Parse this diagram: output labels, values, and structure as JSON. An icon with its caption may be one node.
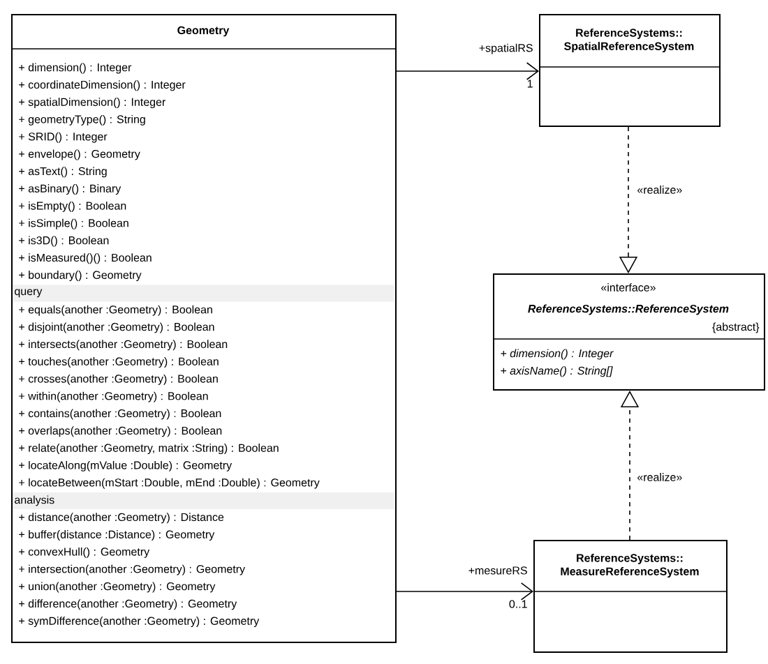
{
  "diagram": {
    "nodes": [
      {
        "text": [
          "Geometry",
          "+ dimension() : Integer",
          "+ coordinateDimension() : Integer",
          "+ spatialDimension() : Integer",
          "+ geometryType() : String",
          "+ SRID() : Integer",
          "+ envelope() : Geometry",
          "+ asText() : String",
          "+ asBinary() : Binary",
          "+ isEmpty() : Boolean",
          "+ isSimple() : Boolean",
          "+ is3D() : Boolean",
          "+ isMeasured()() : Boolean",
          "+ boundary() : Geometry",
          "query",
          "+ equals(another :Geometry) : Boolean",
          "+ disjoint(another :Geometry) : Boolean",
          "+ intersects(another :Geometry) : Boolean",
          "+ touches(another :Geometry) : Boolean",
          "+ crosses(another :Geometry) : Boolean",
          "+ within(another :Geometry) : Boolean",
          "+ contains(another :Geometry) : Boolean",
          "+ overlaps(another :Geometry) : Boolean",
          "+ relate(another :Geometry, matrix :String) : Boolean",
          "+ locateAlong(mValue :Double) : Geometry",
          "+ locateBetween(mStart :Double, mEnd :Double) : Geometry",
          "analysis",
          "+ distance(another :Geometry) : Distance",
          "+ buffer(distance :Distance) : Geometry",
          "+ convexHull() : Geometry",
          "+ intersection(another :Geometry) : Geometry",
          "+ union(another :Geometry) : Geometry",
          "+ difference(another :Geometry) : Geometry",
          "+ symDifference(another :Geometry) : Geometry"
        ]
      },
      {
        "text": [
          "ReferenceSystems:: SpatialReferenceSystem"
        ]
      },
      {
        "text": [
          "«interface»",
          "ReferenceSystems::ReferenceSystem",
          "{abstract}",
          "+ dimension() : Integer",
          "+ axisName() : String[]"
        ]
      },
      {
        "text": [
          "ReferenceSystems:: MeasureReferenceSystem"
        ]
      }
    ],
    "edges": [
      {
        "from": 0,
        "to": 1,
        "arrow": "to",
        "label": "+spatialRS"
      },
      {
        "from": 1,
        "to": 2,
        "arrow": "to",
        "label": "«realize»",
        "style": "dashed"
      },
      {
        "from": 3,
        "to": 2,
        "arrow": "to",
        "label": "«realize»",
        "style": "dashed"
      },
      {
        "from": 0,
        "to": 3,
        "arrow": "to",
        "label": "+mesureRS"
      }
    ],
    "labels": [
      "1",
      "0..1"
    ]
  }
}
